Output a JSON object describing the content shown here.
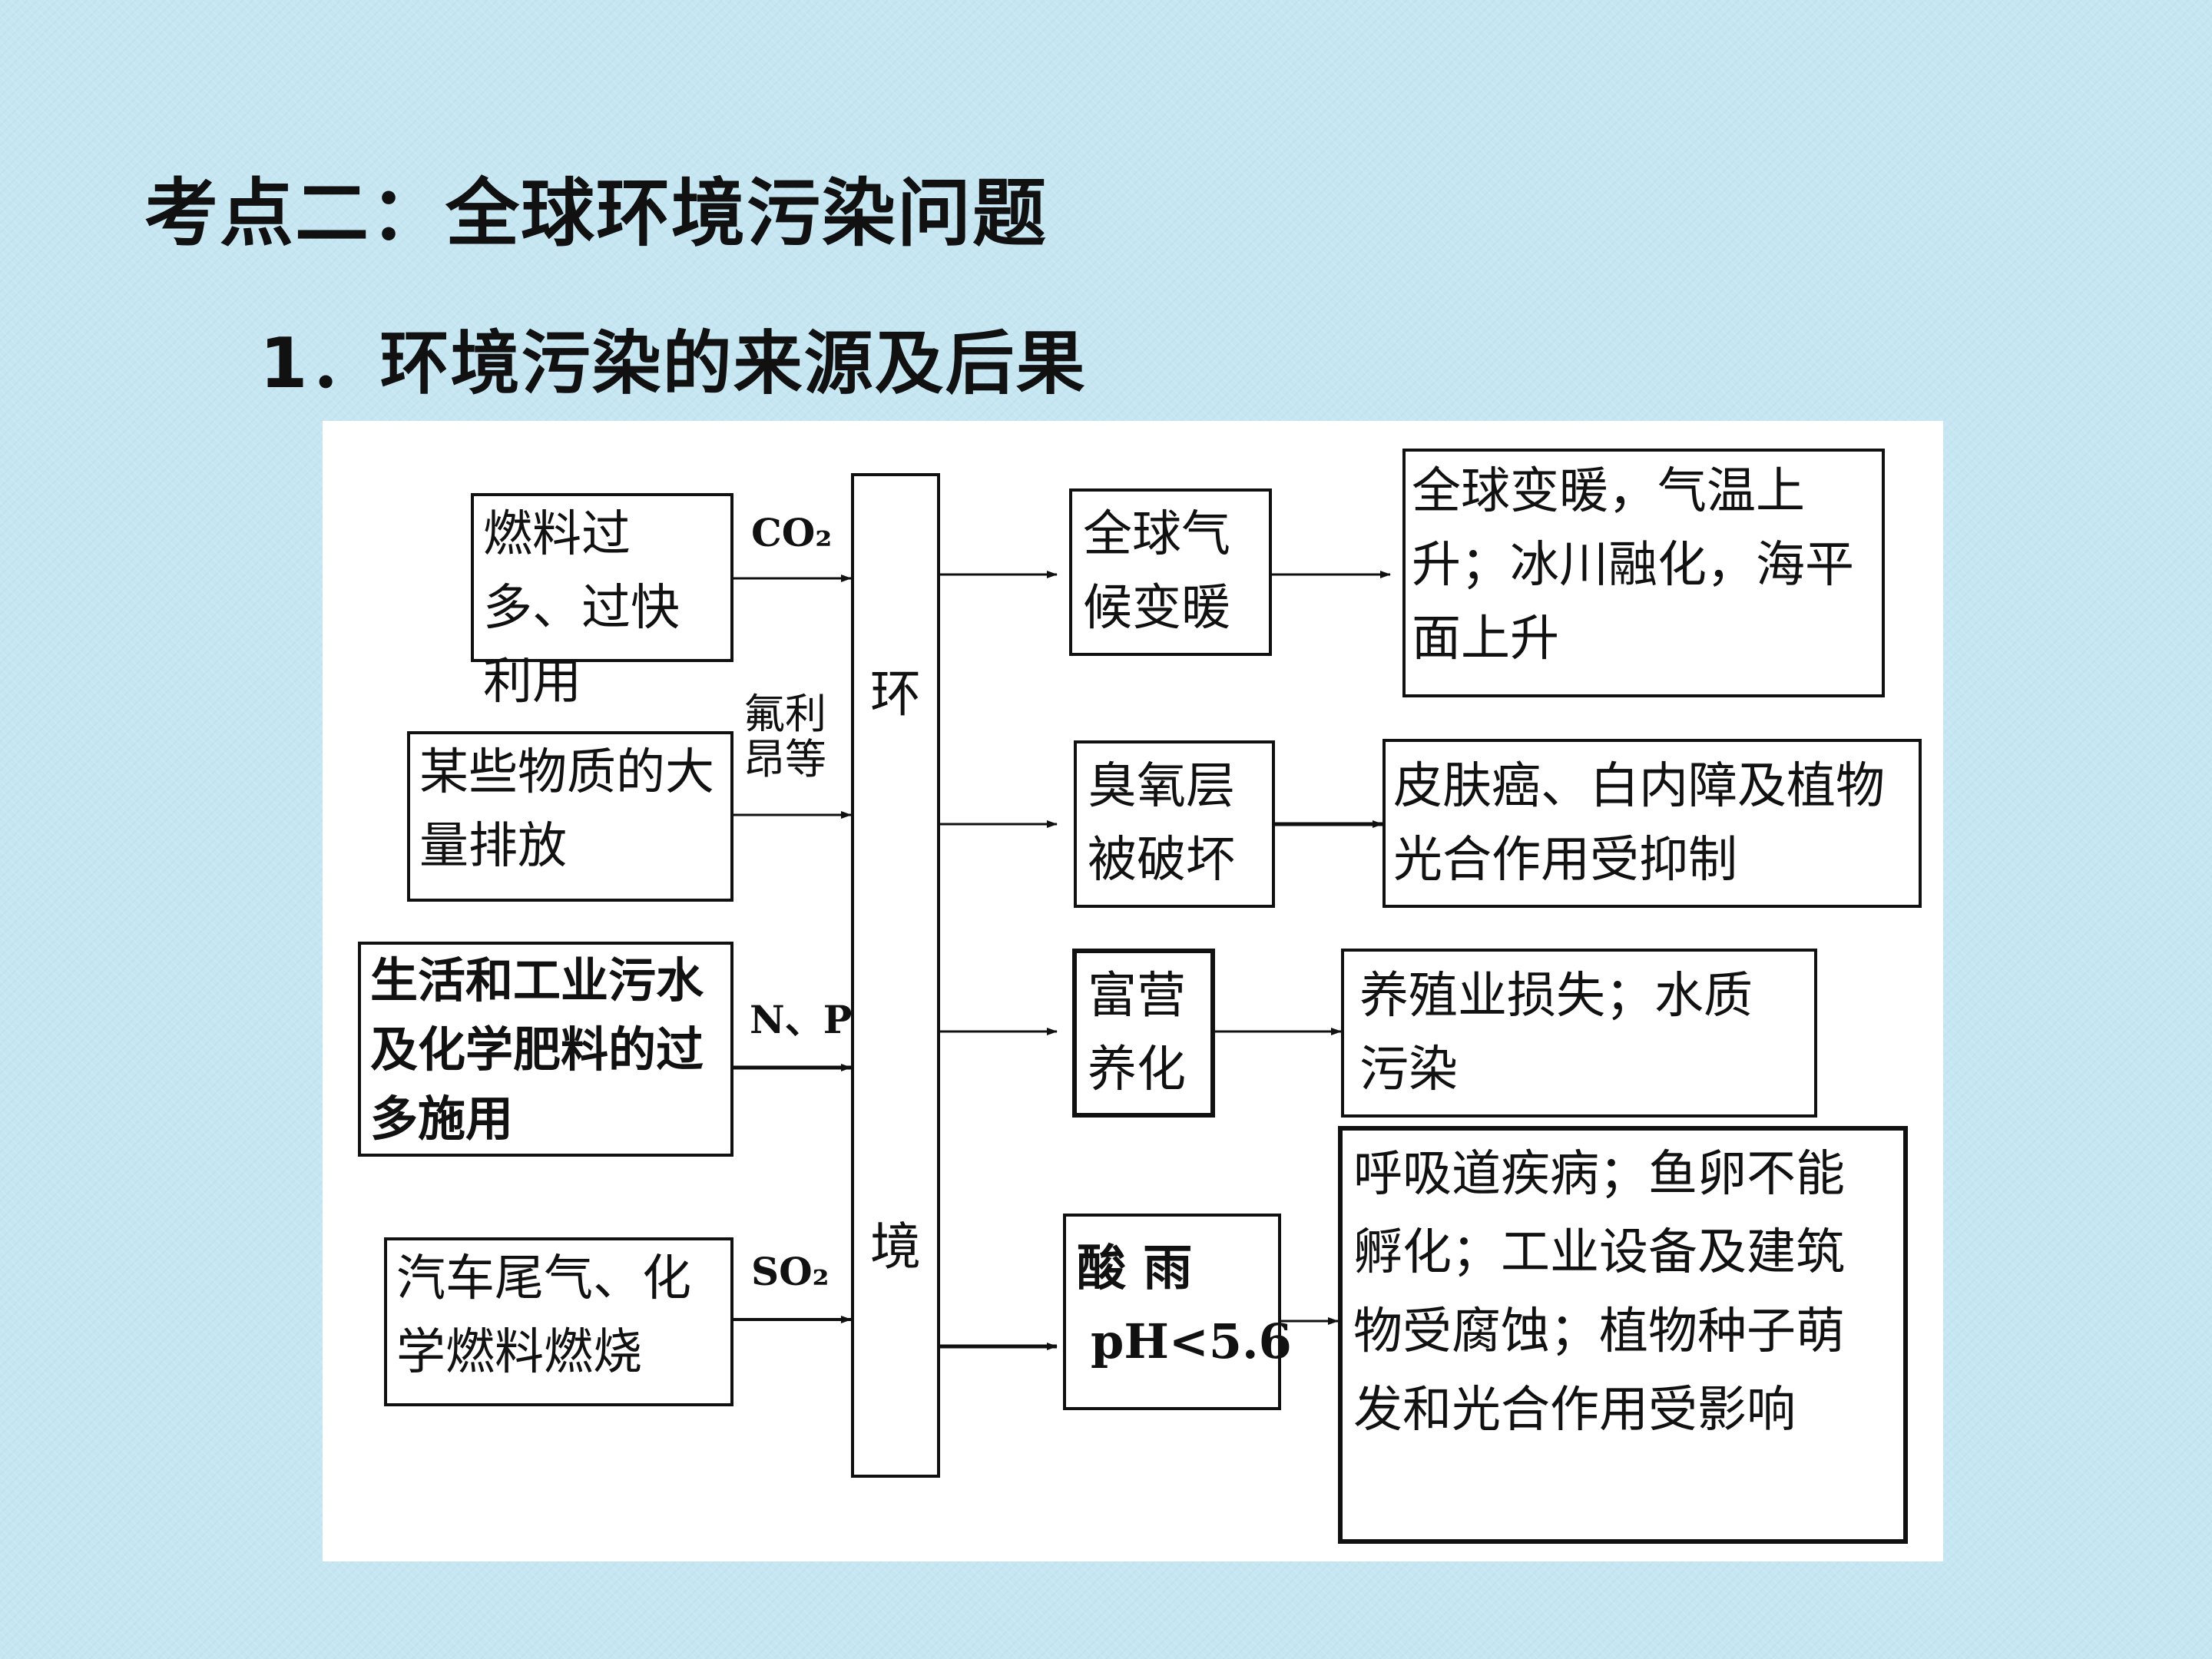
{
  "title": "考点二：全球环境污染问题",
  "subtitle": "1．环境污染的来源及后果",
  "diagram": {
    "center_label_top": "环",
    "center_label_bottom": "境",
    "sources": [
      {
        "text": "燃料过多、过快利用",
        "pollutant": "CO₂"
      },
      {
        "text": "某些物质的大量排放",
        "pollutant": "氟利昂等"
      },
      {
        "text": "生活和工业污水及化学肥料的过多施用",
        "pollutant": "N、P"
      },
      {
        "text": "汽车尾气、化学燃料燃烧",
        "pollutant": "SO₂"
      }
    ],
    "problems": [
      {
        "text": "全球气候变暖"
      },
      {
        "text": "臭氧层被破坏"
      },
      {
        "text": "富营养化"
      },
      {
        "text": "酸 雨",
        "sub": "pH<5.6"
      }
    ],
    "consequences": [
      {
        "text": "全球变暖，气温上升；冰川融化，海平面上升"
      },
      {
        "text": "皮肤癌、白内障及植物光合作用受抑制"
      },
      {
        "text": "养殖业损失；水质污染"
      },
      {
        "text": "呼吸道疾病；鱼卵不能孵化；工业设备及建筑物受腐蚀；植物种子萌发和光合作用受影响"
      }
    ]
  }
}
